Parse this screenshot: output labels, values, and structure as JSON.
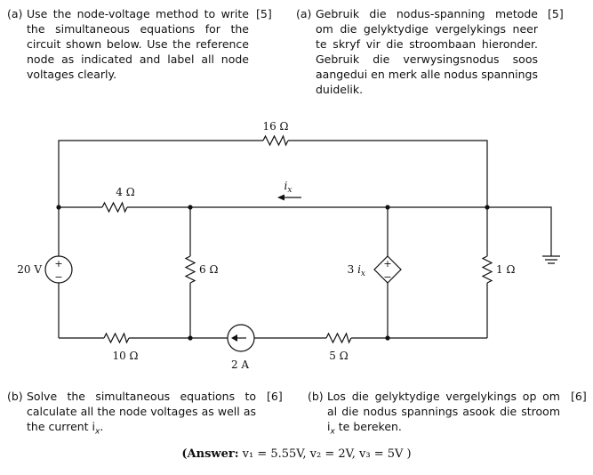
{
  "q_a_en": {
    "label": "(a)",
    "text": "Use the node-voltage method to write the simultaneous equations for the circuit shown below. Use the reference node as indicated and label all node voltages clearly.",
    "marks": "[5]"
  },
  "q_a_af": {
    "label": "(a)",
    "text": "Gebruik die nodus-spanning metode om die gelyktydige vergelykings neer te skryf vir die stroombaan hieronder. Gebruik die verwysingsnodus soos aangedui en merk alle nodus spannings duidelik.",
    "marks": "[5]"
  },
  "q_b_en": {
    "label": "(b)",
    "text": "Solve the simultaneous equations to calculate all the node voltages as well as the current i",
    "sub": "x",
    "end": ".",
    "marks": "[6]"
  },
  "q_b_af": {
    "label": "(b)",
    "text": "Los die gelyktydige vergelykings op om al die nodus spannings asook die stroom i",
    "sub": "x",
    "end": " te bereken.",
    "marks": "[6]"
  },
  "circuit": {
    "r16": "16 Ω",
    "r4": "4 Ω",
    "r6": "6 Ω",
    "r10": "10 Ω",
    "r5": "5 Ω",
    "r1": "1 Ω",
    "vsrc": "20 V",
    "isrc": "2 A",
    "dep_coeff": "3",
    "ix_var": "i",
    "ix_sub": "x"
  },
  "answer": {
    "lead": "(Answer:",
    "text": " v₁ = 5.55V, v₂ = 2V, v₃ = 5V )"
  }
}
